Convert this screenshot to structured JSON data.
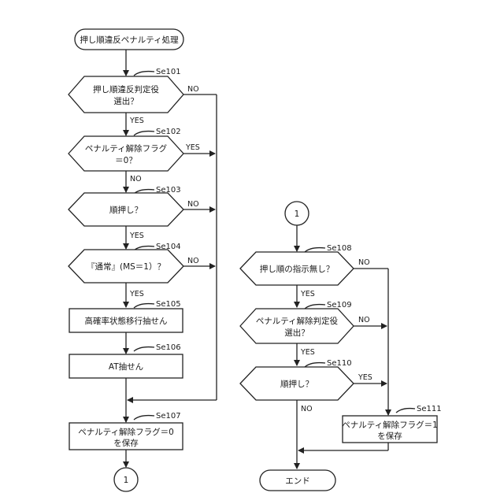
{
  "flowchart": {
    "start": "押し順違反ペナルティ処理",
    "end": "エンド",
    "connector": "1",
    "yes": "YES",
    "no": "NO",
    "steps": {
      "s101": "Se101",
      "s102": "Se102",
      "s103": "Se103",
      "s104": "Se104",
      "s105": "Se105",
      "s106": "Se106",
      "s107": "Se107",
      "s108": "Se108",
      "s109": "Se109",
      "s110": "Se110",
      "s111": "Se111"
    },
    "nodes": {
      "d101_l1": "押し順違反判定役",
      "d101_l2": "選出？",
      "d102_l1": "ペナルティ解除フラグ",
      "d102_l2": "＝0？",
      "d103": "順押し？",
      "d104": "『通常』(MS＝1）？",
      "p105": "高確率状態移行抽せん",
      "p106": "AT抽せん",
      "p107_l1": "ペナルティ解除フラグ＝0",
      "p107_l2": "を保存",
      "d108": "押し順の指示無し？",
      "d109_l1": "ペナルティ解除判定役",
      "d109_l2": "選出？",
      "d110": "順押し？",
      "p111_l1": "ペナルティ解除フラグ＝1",
      "p111_l2": "を保存"
    }
  }
}
